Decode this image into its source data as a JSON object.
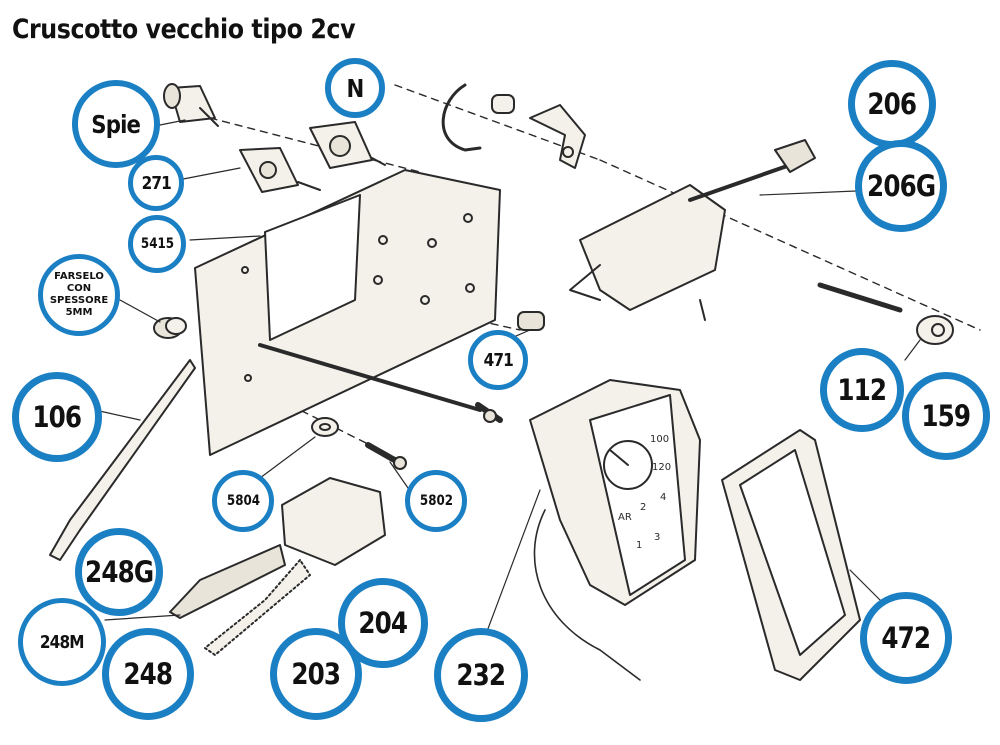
{
  "title": "Cruscotto vecchio tipo  2cv",
  "labels": {
    "spie": "Spie",
    "n": "N",
    "p271": "271",
    "p5415": "5415",
    "farselo_1": "FARSELO",
    "farselo_2": "CON",
    "farselo_3": "SPESSORE",
    "farselo_4": "5MM",
    "p106": "106",
    "p471": "471",
    "p206": "206",
    "p206g": "206G",
    "p112": "112",
    "p159": "159",
    "p5804": "5804",
    "p5802": "5802",
    "p248g": "248G",
    "p248m": "248M",
    "p248": "248",
    "p204": "204",
    "p203": "203",
    "p232": "232",
    "p472": "472"
  },
  "gauge_text": {
    "scale_100": "100",
    "scale_120": "120",
    "gear_ar": "AR",
    "gear_2": "2",
    "gear_4": "4",
    "gear_1": "1",
    "gear_3": "3"
  },
  "colors": {
    "badge_ring": "#1b7fc4",
    "line_art": "#2a2a2a",
    "paper": "#f4f1ea"
  }
}
